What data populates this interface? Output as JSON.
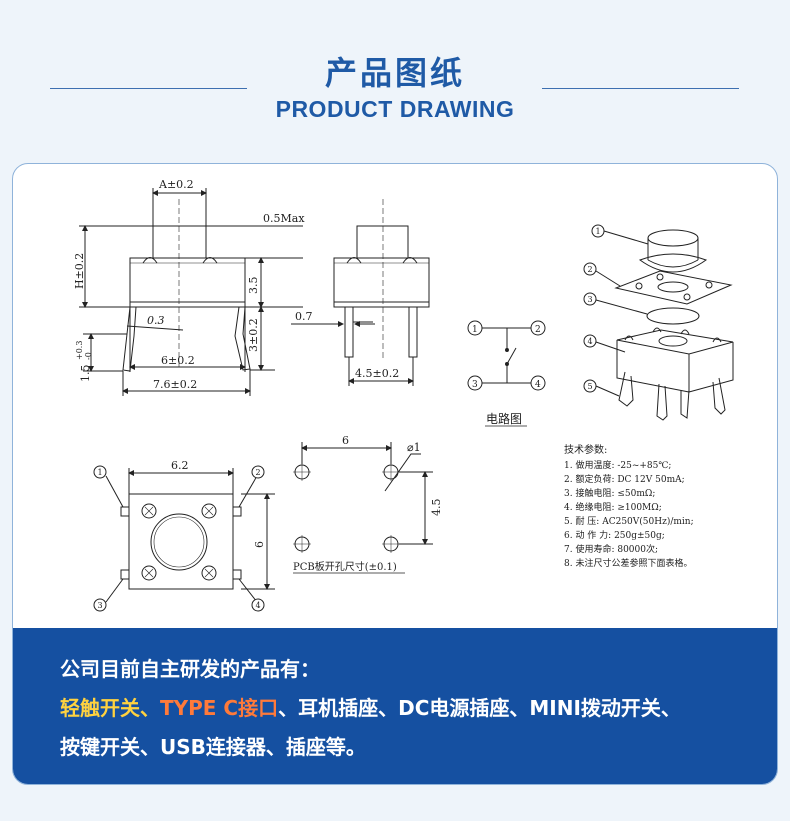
{
  "header": {
    "title_cn": "产品图纸",
    "title_en": "PRODUCT DRAWING",
    "line_color": "#3d6fb0",
    "title_color": "#1f5aa6"
  },
  "drawing": {
    "side_view": {
      "dim_a": "A±0.2",
      "dim_h": "H±0.2",
      "dim_05max": "0.5Max",
      "dim_35": "3.5",
      "dim_03": "0.3",
      "dim_3": "3±0.2",
      "dim_15": "1.5",
      "dim_15_tol_top": "+0.3",
      "dim_15_tol_bot": "-0",
      "dim_6": "6±0.2",
      "dim_76": "7.6±0.2"
    },
    "front_view": {
      "dim_07": "0.7",
      "dim_45": "4.5±0.2"
    },
    "circuit": {
      "p1": "1",
      "p2": "2",
      "p3": "3",
      "p4": "4",
      "label": "电路图"
    },
    "top_view": {
      "dim_62": "6.2",
      "dim_6": "6",
      "p1": "1",
      "p2": "2",
      "p3": "3",
      "p4": "4"
    },
    "pcb": {
      "dim_6": "6",
      "dim_d1": "⌀1",
      "dim_45": "4.5",
      "label": "PCB板开孔尺寸(±0.1)"
    },
    "exploded": {
      "p1": "1",
      "p2": "2",
      "p3": "3",
      "p4": "4",
      "p5": "5"
    },
    "specs": {
      "title": "技术参数:",
      "items": [
        "1. 做用温度: -25~+85℃;",
        "2. 额定负荷: DC 12V 50mA;",
        "3. 接触电阻: ≤50mΩ;",
        "4. 绝缘电阻: ≥100MΩ;",
        "5. 耐    压: AC250V(50Hz)/min;",
        "6. 动 作 力: 250g±50g;",
        "7. 使用寿命: 80000次;",
        "8. 未注尺寸公差参照下面表格。"
      ]
    }
  },
  "panel": {
    "line1": "公司目前自主研发的产品有：",
    "line2_a": "轻触开关、",
    "line2_b": "TYPE C接口",
    "line2_c": "、耳机插座、DC电源插座、MINI拨动开关、",
    "line3": "按键开关、USB连接器、插座等。",
    "bg_color": "#1550a1",
    "highlight_colors": [
      "#ffd23f",
      "#ff7a3a"
    ]
  }
}
